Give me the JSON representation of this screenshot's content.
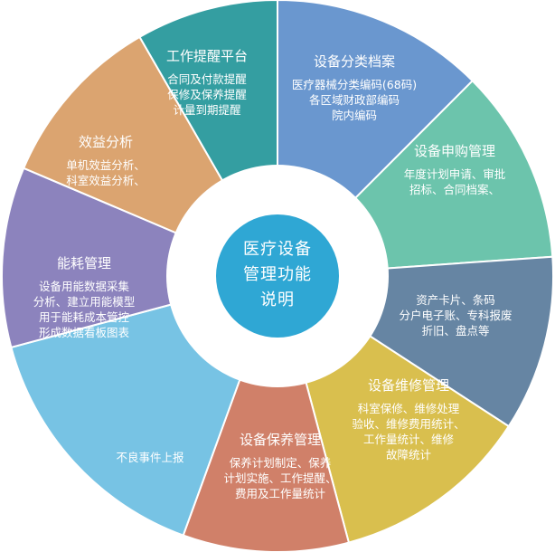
{
  "center": {
    "lines": [
      "医疗设备",
      "管理功能",
      "说明"
    ],
    "color": "#2fa7d4"
  },
  "segments": [
    {
      "title": "设备分类档案",
      "lines": [
        "医疗器械分类编码(68码)",
        "各区域财政部编码",
        "院内编码"
      ],
      "color": "#6a97cf"
    },
    {
      "title": "设备申购管理",
      "lines": [
        "年度计划申请、审批",
        "招标、合同档案、"
      ],
      "color": "#6cc4ac"
    },
    {
      "title": "",
      "lines": [
        "资产卡片、条码",
        "分户电子账、专科报废",
        "折旧、盘点等"
      ],
      "color": "#6685a3"
    },
    {
      "title": "设备维修管理",
      "lines": [
        "科室保修、维修处理",
        "验收、维修费用统计、",
        "工作量统计、维修",
        "故障统计"
      ],
      "color": "#d9bf4e"
    },
    {
      "title": "设备保养管理",
      "lines": [
        "保养计划制定、保养",
        "计划实施、工作提醒、",
        "费用及工作量统计"
      ],
      "color": "#d08069"
    },
    {
      "title": "",
      "lines": [
        "不良事件上报"
      ],
      "color": "#77c3e4"
    },
    {
      "title": "能耗管理",
      "lines": [
        "设备用能数据采集",
        "分析、建立用能模型",
        "用于能耗成本管控",
        "形成数据看板图表"
      ],
      "color": "#8c83bd"
    },
    {
      "title": "效益分析",
      "lines": [
        "单机效益分析、",
        "科室效益分析、"
      ],
      "color": "#dba470"
    },
    {
      "title": "工作提醒平台",
      "lines": [
        "合同及付款提醒",
        "保修及保养提醒",
        "计量到期提醒"
      ],
      "color": "#349ea1"
    }
  ]
}
